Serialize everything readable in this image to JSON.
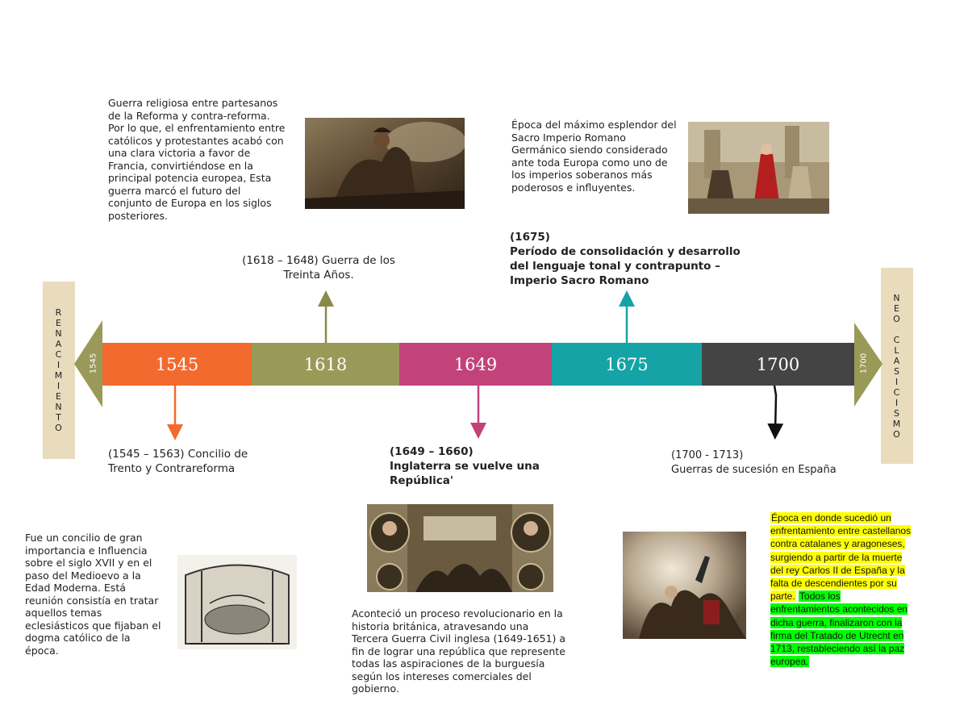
{
  "left_banner": {
    "letters": [
      "R",
      "E",
      "N",
      "A",
      "C",
      "I",
      "M",
      "I",
      "E",
      "N",
      "T",
      "O"
    ]
  },
  "right_banner": {
    "letters": [
      "N",
      "E",
      "O",
      "",
      "C",
      "L",
      "A",
      "S",
      "I",
      "C",
      "I",
      "S",
      "M",
      "O"
    ]
  },
  "timeline": {
    "start_cap": "1545",
    "end_cap": "1700",
    "segments": [
      {
        "label": "1545",
        "color": "#f26a2e"
      },
      {
        "label": "1618",
        "color": "#9a9a58"
      },
      {
        "label": "1649",
        "color": "#c2427a"
      },
      {
        "label": "1675",
        "color": "#16a3a5"
      },
      {
        "label": "1700",
        "color": "#444444"
      }
    ],
    "cap_color": "#9a9a58"
  },
  "events": {
    "e1545": {
      "title": "(1545 – 1563) Concilio de Trento y Contrareforma",
      "text": "Fue un concilio de gran importancia e Influencia sobre el siglo XVII y en el paso del Medioevo a la Edad Moderna. Está reunión consistía en tratar aquellos temas eclesiásticos que fijaban el dogma católico de la época."
    },
    "e1618": {
      "title": "(1618 – 1648) Guerra de los Treinta Años.",
      "text": "Guerra religiosa entre partesanos de la Reforma y contra-reforma. Por lo que, el enfrentamiento entre católicos y protestantes acabó con una clara victoria a favor de Francia, convirtiéndose en la principal potencia europea, Esta guerra marcó el futuro del conjunto de Europa en los siglos posteriores."
    },
    "e1649": {
      "title_date": "(1649 – 1660)",
      "title": "Inglaterra se vuelve una República'",
      "text": "Aconteció un proceso revolucionario en la historia británica, atravesando una Tercera Guerra Civil inglesa (1649-1651) a fin de lograr una república que represente todas las aspiraciones de la burguesía según los intereses comerciales del gobierno."
    },
    "e1675": {
      "title_date": "(1675)",
      "title_line1": "Período de consolidación y desarrollo",
      "title_line2": "del lenguaje tonal y contrapunto –",
      "title_line3": "Imperio Sacro Romano",
      "text": "Época del máximo esplendor del Sacro Imperio Romano Germánico siendo considerado ante toda Europa como uno de los imperios soberanos más poderosos e influyentes."
    },
    "e1700": {
      "title_date": "(1700 - 1713)",
      "title": "Guerras de sucesión en España",
      "text_yellow": "Época en donde sucedió un enfrentamiento entre castellanos contra catalanes y aragoneses, surgiendo a partir de la muerte del rey Carlos II de España y la falta de descendientes por su parte.",
      "text_green": "Todos los enfrentamientos acontecidos en dicha guerra, finalizaron con la firma del Tratado de Utrecht en 1713, restableciendo así la paz europea."
    }
  }
}
